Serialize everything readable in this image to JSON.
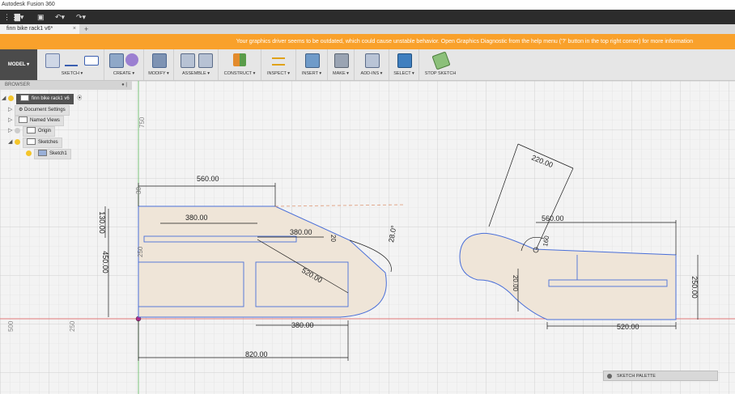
{
  "app": {
    "title": "Autodesk Fusion 360"
  },
  "document_tab": {
    "label": "finn  bike rack1 v6*",
    "close": "×",
    "new_tab": "+"
  },
  "warning": {
    "text": "Your graphics driver seems to be outdated, which could cause unstable behavior. Open Graphics Diagnostic from the help menu ('?' button in the top right corner) for more information"
  },
  "toolbar": {
    "mode": "MODEL ▾",
    "groups": [
      {
        "label": "SKETCH ▾",
        "icon": "sketch-icon"
      },
      {
        "label": "CREATE ▾",
        "icon": "create-icon"
      },
      {
        "label": "MODIFY ▾",
        "icon": "modify-icon"
      },
      {
        "label": "ASSEMBLE ▾",
        "icon": "assemble-icon"
      },
      {
        "label": "CONSTRUCT ▾",
        "icon": "construct-icon"
      },
      {
        "label": "INSPECT ▾",
        "icon": "inspect-icon"
      },
      {
        "label": "INSERT ▾",
        "icon": "insert-icon"
      },
      {
        "label": "MAKE ▾",
        "icon": "make-icon"
      },
      {
        "label": "ADD-INS ▾",
        "icon": "addins-icon"
      },
      {
        "label": "SELECT ▾",
        "icon": "select-icon"
      },
      {
        "label": "STOP SKETCH",
        "icon": "stop-sketch-icon"
      }
    ]
  },
  "browser": {
    "header": "BROWSER",
    "items": [
      {
        "label": "finn  bike rack1 v6"
      },
      {
        "label": "Document Settings"
      },
      {
        "label": "Named Views"
      },
      {
        "label": "Origin"
      },
      {
        "label": "Sketches"
      },
      {
        "label": "Sketch1"
      }
    ]
  },
  "canvas": {
    "axis_labels": [
      "750",
      "500",
      "250"
    ],
    "left_sketch_dims": [
      "560.00",
      "380.00",
      "380.00",
      "130.00",
      "450.00",
      "250",
      "520.00",
      "28.0°",
      "30",
      "380.00",
      "820.00",
      "20"
    ],
    "right_sketch_dims": [
      "220.00",
      "560.00",
      "160",
      "250.00",
      "20.00",
      "520.00"
    ]
  },
  "sketch_palette": {
    "label": "SKETCH PALETTE"
  },
  "colors": {
    "warning": "#f9a12b",
    "sketch_fill": "#efe5d8",
    "sketch_line": "#4a6fd8",
    "dimension_line": "#1a1a1a",
    "grid": "#d6d6d6"
  }
}
